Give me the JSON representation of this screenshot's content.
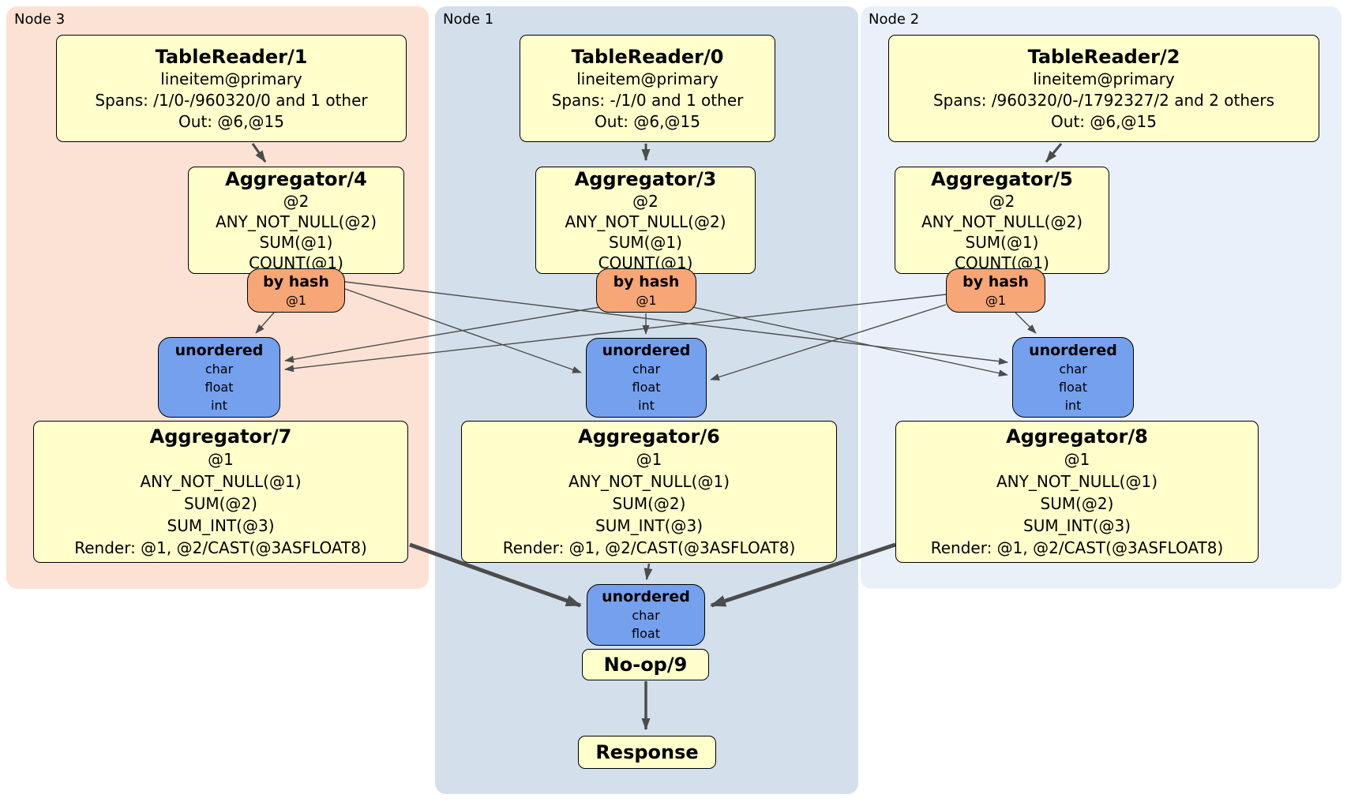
{
  "colors": {
    "node3_bg": "#fce2d5",
    "node1_bg": "#d3e0eb",
    "node2_bg": "#eaf0fa",
    "processor_bg": "#ffffcc",
    "router_bg": "#f7a678",
    "sync_bg": "#74a0ee",
    "edge": "#4c4c4c"
  },
  "regions": {
    "node3": {
      "label": "Node 3"
    },
    "node1": {
      "label": "Node 1"
    },
    "node2": {
      "label": "Node 2"
    }
  },
  "processors": {
    "tr1": {
      "title": "TableReader/1",
      "lines": [
        "lineitem@primary",
        "Spans: /1/0-/960320/0 and 1 other",
        "Out: @6,@15"
      ]
    },
    "tr0": {
      "title": "TableReader/0",
      "lines": [
        "lineitem@primary",
        "Spans: -/1/0 and 1 other",
        "Out: @6,@15"
      ]
    },
    "tr2": {
      "title": "TableReader/2",
      "lines": [
        "lineitem@primary",
        "Spans: /960320/0-/1792327/2 and 2 others",
        "Out: @6,@15"
      ]
    },
    "agg4": {
      "title": "Aggregator/4",
      "lines": [
        "@2",
        "ANY_NOT_NULL(@2)",
        "SUM(@1)",
        "COUNT(@1)"
      ]
    },
    "agg3": {
      "title": "Aggregator/3",
      "lines": [
        "@2",
        "ANY_NOT_NULL(@2)",
        "SUM(@1)",
        "COUNT(@1)"
      ]
    },
    "agg5": {
      "title": "Aggregator/5",
      "lines": [
        "@2",
        "ANY_NOT_NULL(@2)",
        "SUM(@1)",
        "COUNT(@1)"
      ]
    },
    "agg7": {
      "title": "Aggregator/7",
      "lines": [
        "@1",
        "ANY_NOT_NULL(@1)",
        "SUM(@2)",
        "SUM_INT(@3)",
        "Render: @1, @2/CAST(@3ASFLOAT8)"
      ]
    },
    "agg6": {
      "title": "Aggregator/6",
      "lines": [
        "@1",
        "ANY_NOT_NULL(@1)",
        "SUM(@2)",
        "SUM_INT(@3)",
        "Render: @1, @2/CAST(@3ASFLOAT8)"
      ]
    },
    "agg8": {
      "title": "Aggregator/8",
      "lines": [
        "@1",
        "ANY_NOT_NULL(@1)",
        "SUM(@2)",
        "SUM_INT(@3)",
        "Render: @1, @2/CAST(@3ASFLOAT8)"
      ]
    },
    "noop": {
      "title": "No-op/9"
    },
    "response": {
      "title": "Response"
    }
  },
  "routers": {
    "bh3": {
      "title": "by hash",
      "detail": "@1"
    },
    "bh1": {
      "title": "by hash",
      "detail": "@1"
    },
    "bh2": {
      "title": "by hash",
      "detail": "@1"
    }
  },
  "syncs": {
    "un3": {
      "title": "unordered",
      "items": [
        "char",
        "float",
        "int"
      ]
    },
    "un1": {
      "title": "unordered",
      "items": [
        "char",
        "float",
        "int"
      ]
    },
    "un2": {
      "title": "unordered",
      "items": [
        "char",
        "float",
        "int"
      ]
    },
    "unf": {
      "title": "unordered",
      "items": [
        "char",
        "float"
      ]
    }
  }
}
